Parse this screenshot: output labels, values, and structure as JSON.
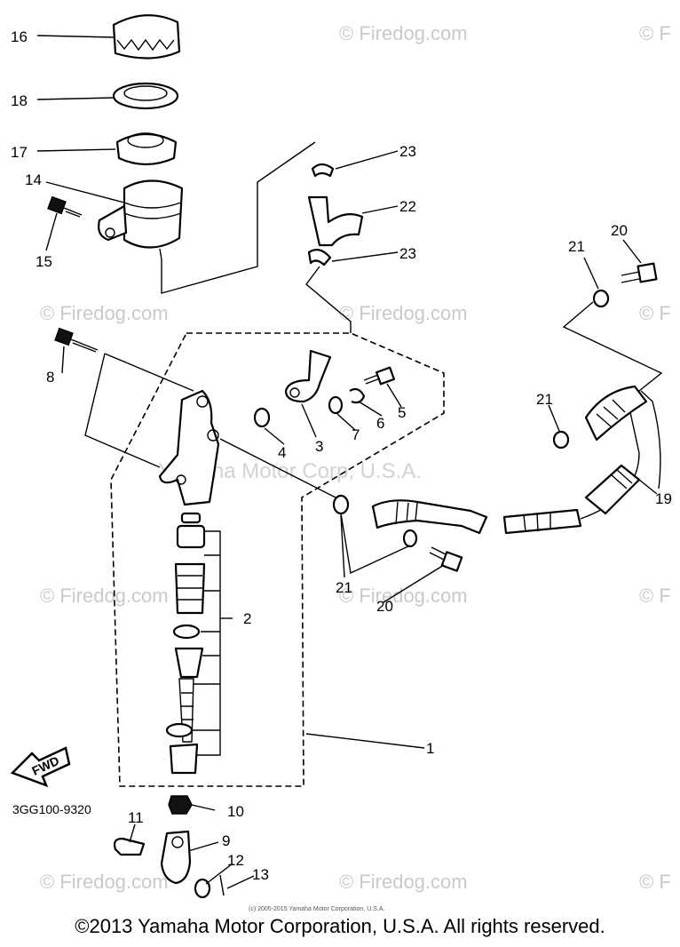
{
  "watermark_text": "© Firedog.com",
  "watermark_partial": "© F",
  "center_watermark": "Yamaha Motor Corp, U.S.A.",
  "small_copyright": "(c) 2005-2015 Yamaha Motor Corporation, U.S.A.",
  "footer_copyright": "©2013 Yamaha Motor Corporation, U.S.A. All rights reserved.",
  "diagram_code": "3GG100-9320",
  "fwd_label": "FWD",
  "callouts": {
    "c1": "1",
    "c2": "2",
    "c3": "3",
    "c4": "4",
    "c5": "5",
    "c6": "6",
    "c7": "7",
    "c8": "8",
    "c9": "9",
    "c10": "10",
    "c11": "11",
    "c12": "12",
    "c13": "13",
    "c14": "14",
    "c15": "15",
    "c16": "16",
    "c17": "17",
    "c18": "18",
    "c19": "19",
    "c20a": "20",
    "c20b": "20",
    "c21a": "21",
    "c21b": "21",
    "c21c": "21",
    "c22": "22",
    "c23a": "23",
    "c23b": "23"
  }
}
